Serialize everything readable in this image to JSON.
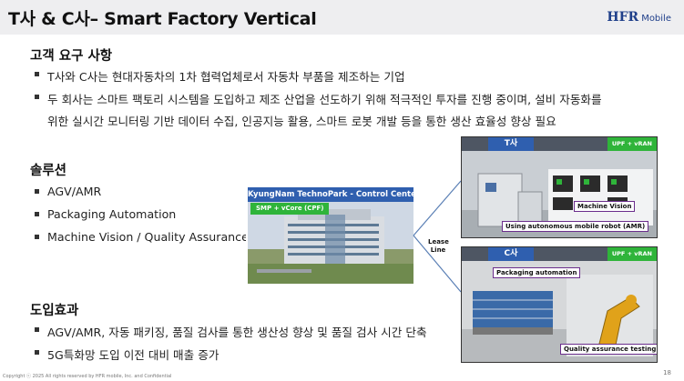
{
  "header": {
    "title": "T사 & C사– Smart Factory Vertical",
    "logo_main": "HFR",
    "logo_sub": "Mobile"
  },
  "sections": {
    "requirements": {
      "heading": "고객 요구 사항",
      "items": [
        "T사와 C사는 현대자동차의 1차 협력업체로서 자동차 부품을 제조하는 기업",
        "두 회사는 스마트 팩토리 시스템을 도입하고 제조 산업을 선도하기 위해 적극적인 투자를 진행 중이며, 설비 자동화를",
        "위한 실시간 모니터링 기반 데이터 수집, 인공지능 활용, 스마트 로봇 개발 등을 통한 생산 효율성 향상 필요"
      ]
    },
    "solution": {
      "heading": "솔루션",
      "items": [
        "AGV/AMR",
        "Packaging Automation",
        "Machine Vision / Quality Assurance Testing"
      ]
    },
    "effects": {
      "heading": "도입효과",
      "items": [
        "AGV/AMR, 자동 패키징, 품질 검사를 통한 생산성 향상 및 품질 검사 시간 단축",
        "5G특화망 도입 이전 대비 매출 증가"
      ]
    }
  },
  "diagram": {
    "control_center": {
      "title": "KyungNam TechnoPark - Control Center",
      "tag": "SMP + vCore (CPF)"
    },
    "lease_line": "Lease Line",
    "t_site": {
      "name": "T사",
      "tag": "UPF + vRAN",
      "label_vision": "Machine Vision",
      "label_amr": "Using autonomous mobile robot (AMR)"
    },
    "c_site": {
      "name": "C사",
      "tag": "UPF + vRAN",
      "label_packaging": "Packaging automation",
      "label_quality": "Quality assurance testing"
    }
  },
  "footer": {
    "copyright": "Copyright ⓒ 2025 All rights reserved by HFR mobile, Inc. and Confidential",
    "page_number": "18"
  },
  "colors": {
    "title_bar": "#eeeef0",
    "accent_blue": "#2f5faf",
    "accent_green": "#2fb43a",
    "label_border": "#6b2d8c"
  }
}
